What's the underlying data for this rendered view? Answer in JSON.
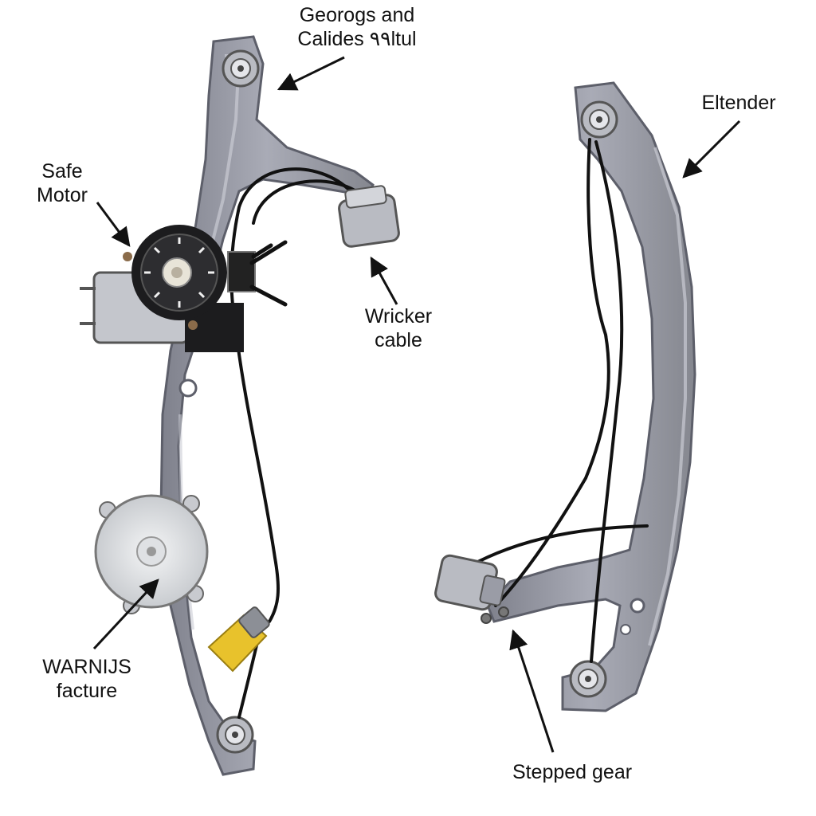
{
  "labels": {
    "top": {
      "line1": "Georogs and",
      "line2": "Calides ٩٩ltul"
    },
    "motor": {
      "line1": "Safe",
      "line2": "Motor"
    },
    "cable": {
      "line1": "Wricker",
      "line2": "cable"
    },
    "warning": {
      "line1": "WARNIJS",
      "line2": "facture"
    },
    "extender": "Eltender",
    "gear": "Stepped gear"
  },
  "colors": {
    "background": "#ffffff",
    "rail": "#9a9ca8",
    "rail_edge": "#5d5f6a",
    "cable": "#111111",
    "motor_body": "#c4c6cc",
    "motor_gear": "#1c1c1e",
    "pulley_disc": "#e6e8ea",
    "connector": "#e8c22c",
    "arrow": "#111111"
  }
}
